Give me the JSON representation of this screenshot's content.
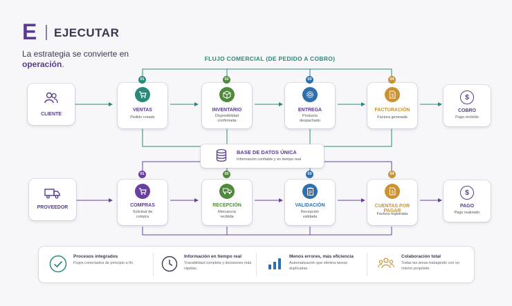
{
  "header": {
    "logo_letter": "E",
    "title": "EJECUTAR",
    "subtitle_part1": "La estrategia se convierte en",
    "subtitle_emph": "operación",
    "subtitle_end": "."
  },
  "flow_title": "FLUJO COMERCIAL (DE PEDIDO A COBRO)",
  "top_row": {
    "start": {
      "label": "CLIENTE",
      "icon": "users-icon"
    },
    "steps": [
      {
        "badge": "01",
        "label": "VENTAS",
        "desc": "Pedido creado",
        "icon": "cart-icon",
        "color": "#2a8a7a"
      },
      {
        "badge": "02",
        "label": "INVENTARIO",
        "desc": "Disponibilidad confirmada",
        "icon": "box-icon",
        "color": "#4f8a3c"
      },
      {
        "badge": "03",
        "label": "ENTREGA",
        "desc": "Producto despachado",
        "icon": "gear-icon",
        "color": "#2e6fae"
      },
      {
        "badge": "04",
        "label": "FACTURACIÓN",
        "desc": "Factura generada",
        "icon": "invoice-icon",
        "color": "#c99234"
      }
    ],
    "end": {
      "label": "COBRO",
      "desc": "Pago recibido",
      "icon": "dollar-icon"
    }
  },
  "database": {
    "title": "BASE DE DATOS ÚNICA",
    "desc": "Información confiable y en tiempo real",
    "icon": "database-icon"
  },
  "bottom_row": {
    "start": {
      "label": "PROVEEDOR",
      "icon": "truck-icon"
    },
    "steps": [
      {
        "badge": "01",
        "label": "COMPRAS",
        "desc": "Solicitud de compra",
        "icon": "cart-icon",
        "color": "#6b3fa0"
      },
      {
        "badge": "02",
        "label": "RECEPCIÓN",
        "desc": "Mercancía recibida",
        "icon": "truck-icon",
        "color": "#4f8a3c"
      },
      {
        "badge": "03",
        "label": "VALIDACIÓN",
        "desc": "Recepción validada",
        "icon": "clipboard-icon",
        "color": "#2e6fae"
      },
      {
        "badge": "04",
        "label": "CUENTAS POR PAGAR",
        "desc": "Factura registrada",
        "icon": "invoice-icon",
        "color": "#c99234"
      }
    ],
    "end": {
      "label": "PAGO",
      "desc": "Pago realizado",
      "icon": "dollar-icon"
    }
  },
  "benefits": [
    {
      "title": "Procesos integrados",
      "desc": "Flujos conectados de principio a fin.",
      "icon": "check-icon",
      "color": "#2a8a7a"
    },
    {
      "title": "Información en tiempo real",
      "desc": "Trazabilidad completa y decisiones más rápidas.",
      "icon": "clock-icon",
      "color": "#3a3650"
    },
    {
      "title": "Menos errores, más eficiencia",
      "desc": "Automatización que elimina tareas duplicadas.",
      "icon": "bar-chart-icon",
      "color": "#2e6fae"
    },
    {
      "title": "Colaboración total",
      "desc": "Todas las áreas trabajando con un mismo propósito.",
      "icon": "team-icon",
      "color": "#c99234"
    }
  ]
}
